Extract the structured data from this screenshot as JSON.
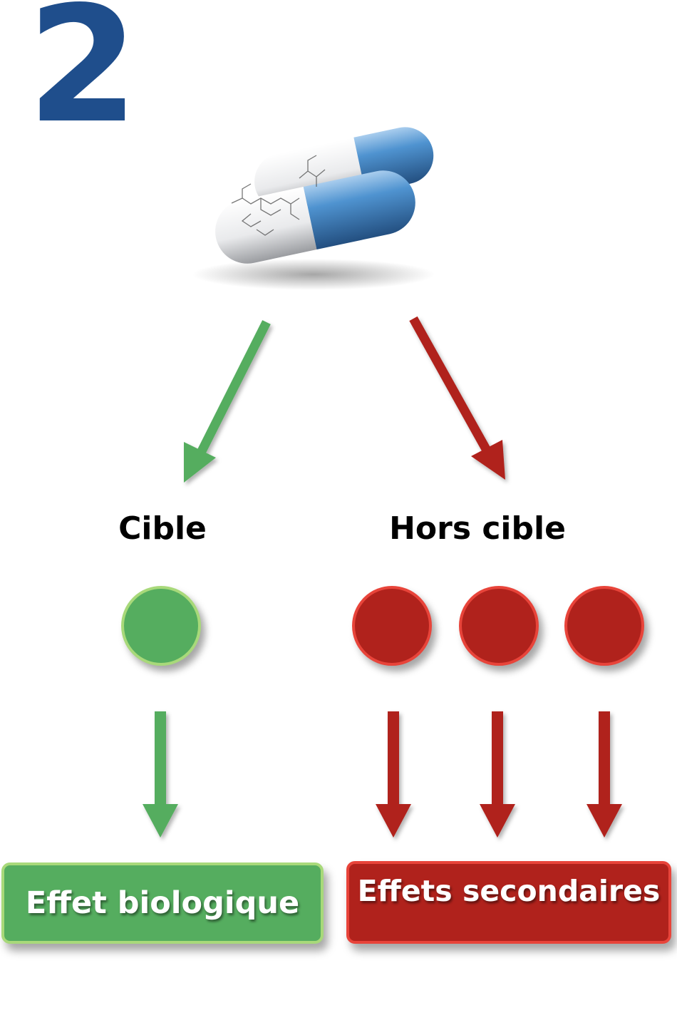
{
  "step_number": "2",
  "labels": {
    "target": "Cible",
    "off_target": "Hors cible"
  },
  "results": {
    "biological_effect": "Effet biologique",
    "side_effects": "Effets secondaires"
  },
  "colors": {
    "step_blue": "#1f4e8c",
    "green": "#55ad5f",
    "green_border": "#a8d97a",
    "red": "#b0221c",
    "red_border": "#e8443a",
    "capsule_blue": "#3b7fbf"
  },
  "icons": {
    "drug": "capsule-pills-icon"
  }
}
